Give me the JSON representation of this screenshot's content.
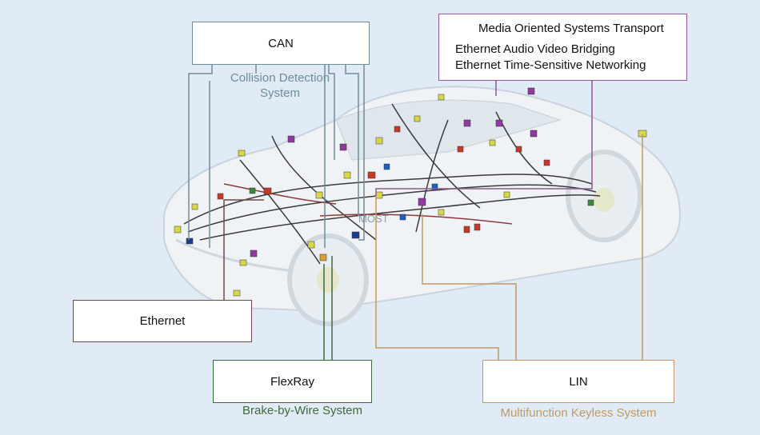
{
  "diagram": {
    "title": "In-vehicle network architecture",
    "colors": {
      "background": "#e1ebf6",
      "can": "#6f8c99",
      "most": "#8a5a94",
      "ethernet": "#6b4a44",
      "flexray": "#3d6a3d",
      "lin": "#c09a62"
    },
    "nodes": {
      "can": {
        "label": "CAN",
        "subtitle_line1": "Collision Detection",
        "subtitle_line2": "System"
      },
      "most": {
        "line1": "Media Oriented Systems Transport",
        "line2": "Ethernet Audio Video Bridging",
        "line3": "Ethernet Time-Sensitive Networking"
      },
      "ethernet": {
        "label": "Ethernet"
      },
      "flexray": {
        "label": "FlexRay",
        "subtitle": "Brake-by-Wire System"
      },
      "lin": {
        "label": "LIN",
        "subtitle": "Multifunction Keyless System"
      }
    },
    "car_label": "MOST"
  }
}
